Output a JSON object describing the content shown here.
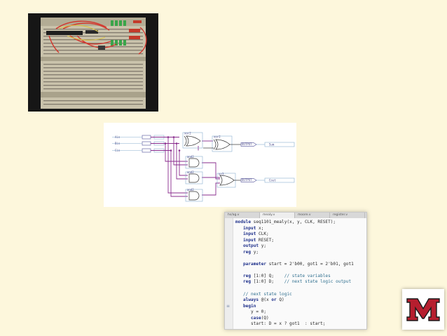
{
  "slide": {
    "background": "#fdf7dc"
  },
  "breadboard_photo": {
    "icon": "breadboard-photo"
  },
  "schematic": {
    "inputs": [
      "Ain",
      "Bin",
      "Cin"
    ],
    "gates": {
      "xor1": "xor2",
      "xor2": "xor2",
      "and1": "and2",
      "and2": "and2",
      "and3": "and2",
      "or1": "or3"
    },
    "outputs": [
      {
        "buffer": "OUTPUT",
        "name": "Sum"
      },
      {
        "buffer": "OUTPUT",
        "name": "Cout"
      }
    ]
  },
  "editor": {
    "tabs": [
      "hs/ag.v",
      "mealy.v",
      "moore.v",
      "register.v"
    ],
    "lines": [
      [
        {
          "t": "module",
          "c": "kw"
        },
        {
          "t": " seq1101_mealy(x, y, CLK, RESET);"
        }
      ],
      [
        {
          "t": "   "
        },
        {
          "t": "input",
          "c": "kw"
        },
        {
          "t": " x;"
        }
      ],
      [
        {
          "t": "   "
        },
        {
          "t": "input",
          "c": "kw"
        },
        {
          "t": " CLK;"
        }
      ],
      [
        {
          "t": "   "
        },
        {
          "t": "input",
          "c": "kw"
        },
        {
          "t": " RESET;"
        }
      ],
      [
        {
          "t": "   "
        },
        {
          "t": "output",
          "c": "kw"
        },
        {
          "t": " y;"
        }
      ],
      [
        {
          "t": "   "
        },
        {
          "t": "reg",
          "c": "kw"
        },
        {
          "t": " y;"
        }
      ],
      [
        {
          "t": ""
        }
      ],
      [
        {
          "t": "   "
        },
        {
          "t": "parameter",
          "c": "kw"
        },
        {
          "t": " start = 2'b00, got1 = 2'b01, got1"
        }
      ],
      [
        {
          "t": ""
        }
      ],
      [
        {
          "t": "   "
        },
        {
          "t": "reg",
          "c": "kw"
        },
        {
          "t": " [1:0] Q;    "
        },
        {
          "t": "// state variables",
          "c": "cm"
        }
      ],
      [
        {
          "t": "   "
        },
        {
          "t": "reg",
          "c": "kw"
        },
        {
          "t": " [1:0] D;    "
        },
        {
          "t": "// next state logic output",
          "c": "cm"
        }
      ],
      [
        {
          "t": ""
        }
      ],
      [
        {
          "t": "   "
        },
        {
          "t": "// next state logic",
          "c": "cm"
        }
      ],
      [
        {
          "t": "   "
        },
        {
          "t": "always",
          "c": "kw"
        },
        {
          "t": " @(x "
        },
        {
          "t": "or",
          "c": "kw"
        },
        {
          "t": " Q)"
        }
      ],
      [
        {
          "t": "   "
        },
        {
          "t": "begin",
          "c": "kw"
        }
      ],
      [
        {
          "t": "      y = 0;"
        }
      ],
      [
        {
          "t": "      "
        },
        {
          "t": "case",
          "c": "kw"
        },
        {
          "t": "(Q)"
        }
      ],
      [
        {
          "t": "      start: D = x ? got1  : start;"
        }
      ]
    ]
  },
  "logo": {
    "icon": "miami-m-logo",
    "color": "#b61e2e"
  }
}
